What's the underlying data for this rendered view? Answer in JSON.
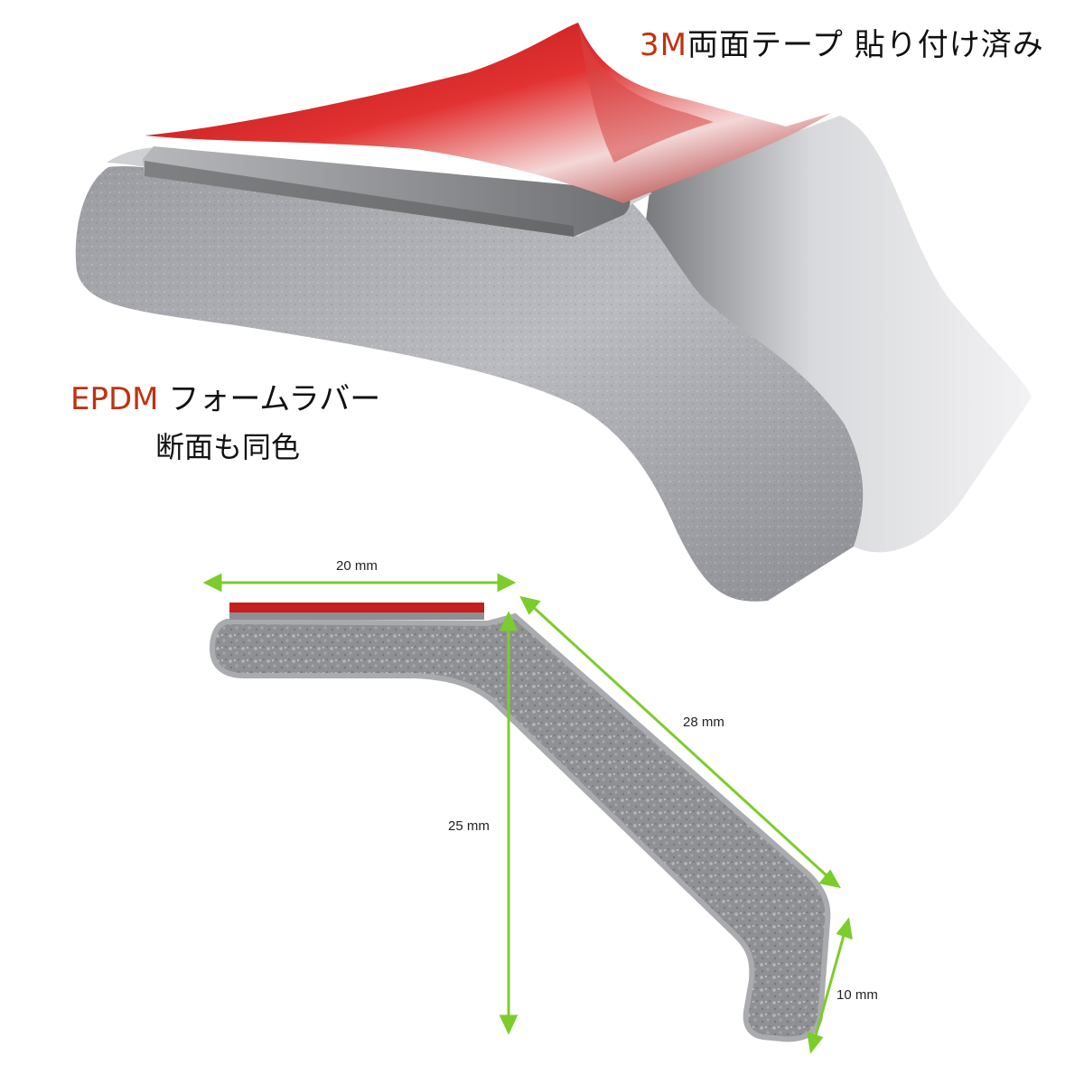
{
  "labels": {
    "tape_prefix": "3M",
    "tape_suffix": "両面テープ 貼り付け済み",
    "material_prefix": "EPDM",
    "material_suffix": " フォームラバー",
    "section_note": "断面も同色"
  },
  "dimensions": {
    "width": "20 mm",
    "slant_length": "28 mm",
    "height": "25 mm",
    "tip_length": "10 mm"
  },
  "colors": {
    "accent": "#c0320f",
    "tape_red": "#c81d1d",
    "foam_gray": "#8a8c90",
    "dimension_arrow": "#7ccc2c"
  }
}
